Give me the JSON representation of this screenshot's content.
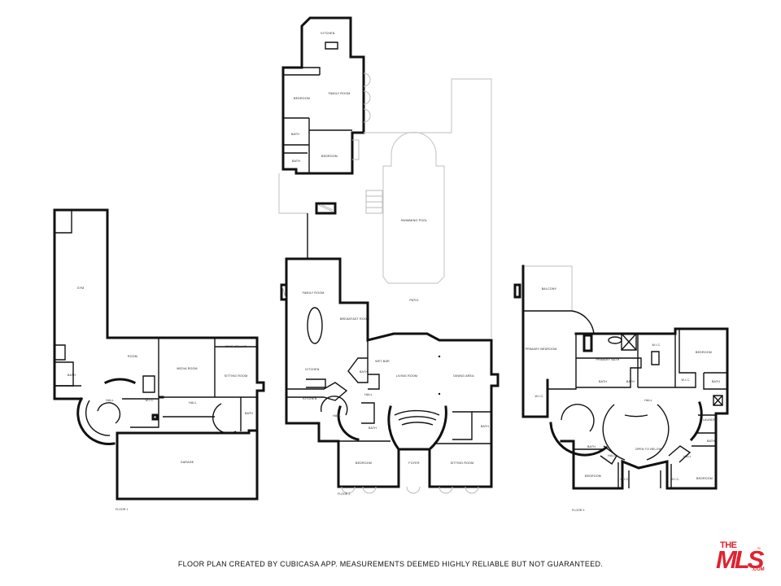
{
  "floor_plan": {
    "floor1": {
      "label": "FLOOR 1",
      "rooms": {
        "gym": "GYM",
        "bath_left": "BATH",
        "room": "ROOM",
        "media_room": "MEDIA ROOM",
        "wine_cellar": "WINE CELLAR",
        "sitting_room": "SITTING ROOM",
        "hall_round": "HALL",
        "wic": "W.I.C.",
        "hall": "HALL",
        "bath_right": "BATH",
        "garage": "GARAGE"
      }
    },
    "guest_house": {
      "rooms": {
        "kitchen": "KITCHEN",
        "family_room": "FAMILY ROOM",
        "bedroom1": "BEDROOM",
        "bath1": "BATH",
        "bath2": "BATH",
        "bedroom2": "BEDROOM"
      }
    },
    "outdoor": {
      "swimming_pool": "SWIMMING POOL",
      "patio": "PATIO"
    },
    "floor2": {
      "label": "FLOOR 2",
      "rooms": {
        "family_room": "FAMILY ROOM",
        "breakfast_room": "BREAKFAST ROOM",
        "kitchen_island": "KITCHEN",
        "kitchen": "KITCHEN",
        "wet_bar": "WET BAR",
        "bath_a": "BATH",
        "hall_a": "HALL",
        "hall_round": "HALL",
        "bath_b": "BATH",
        "living_room": "LIVING ROOM",
        "dining_area": "DINING AREA",
        "bath_c": "BATH",
        "bedroom": "BEDROOM",
        "foyer": "FOYER",
        "sitting_room": "SITTING ROOM"
      }
    },
    "floor3": {
      "label": "FLOOR 3",
      "rooms": {
        "balcony": "BALCONY",
        "primary_bedroom": "PRIMARY BEDROOM",
        "primary_bath": "PRIMARY BATH",
        "wic_primary": "W.I.C.",
        "bedroom_ne": "BEDROOM",
        "wic_a": "W.I.C.",
        "bath_a": "BATH",
        "bath_b": "BATH",
        "bath_c": "BATH",
        "wic_left": "W.I.C.",
        "hall": "HALL",
        "laundry": "LAUNDRY",
        "bath_d": "BATH",
        "bath_e": "BATH",
        "hall_sw": "HALL",
        "hall_se": "HALL",
        "open_to_below": "OPEN TO BELOW",
        "bedroom_sw": "BEDROOM",
        "bedroom_se": "BEDROOM",
        "wic_sw": "W.I.C.",
        "wic_se": "W.I.C."
      }
    }
  },
  "footer": {
    "disclaimer": "FLOOR PLAN CREATED BY CUBICASA APP. MEASUREMENTS DEEMED HIGHLY RELIABLE BUT NOT GUARANTEED."
  },
  "logo": {
    "top": "THE",
    "main": "MLS",
    "suffix": ".COM",
    "tm": "™",
    "color": "#e02330"
  }
}
